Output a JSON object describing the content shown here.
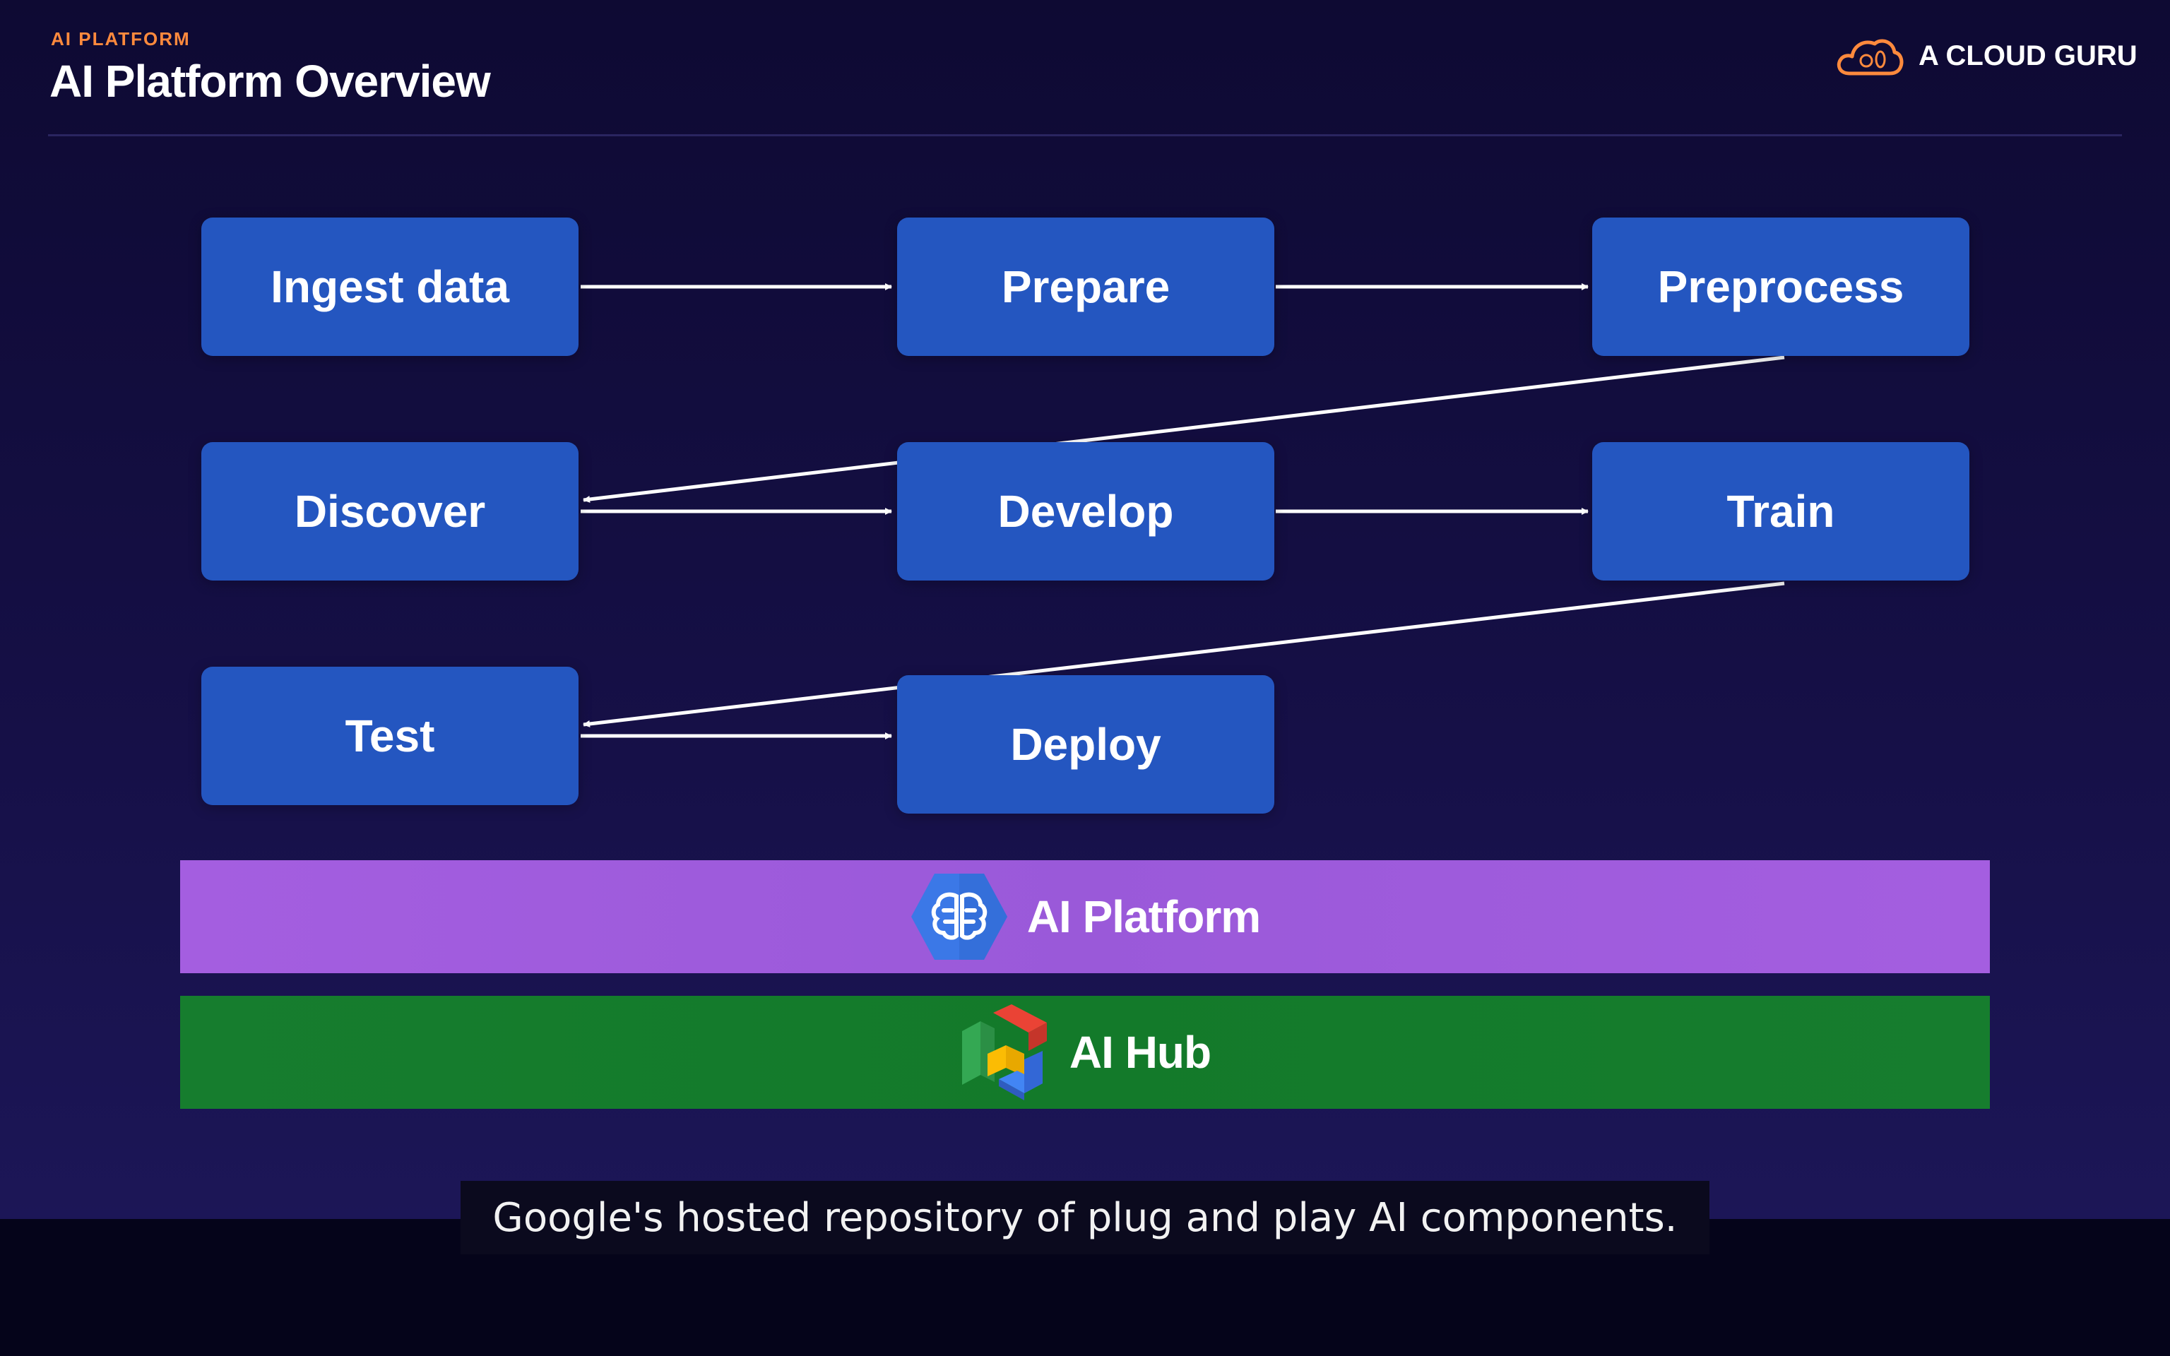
{
  "header": {
    "eyebrow": "AI PLATFORM",
    "title": "AI Platform Overview",
    "brand": "A CLOUD GURU"
  },
  "workflow": {
    "nodes": [
      "Ingest data",
      "Prepare",
      "Preprocess",
      "Discover",
      "Develop",
      "Train",
      "Test",
      "Deploy"
    ]
  },
  "platform_layer": {
    "label": "AI Platform",
    "icon": "ai-platform-brain-icon"
  },
  "hub_layer": {
    "label": "AI Hub",
    "icon": "ai-hub-blocks-icon"
  },
  "caption": "Google's hosted repository of plug and play AI components.",
  "colors": {
    "background": "#120d3d",
    "node": "#2456c0",
    "eyebrow": "#ff8a3d",
    "platform": "#a45ee0",
    "hub": "#167d2e",
    "arrow": "#ffffff"
  }
}
